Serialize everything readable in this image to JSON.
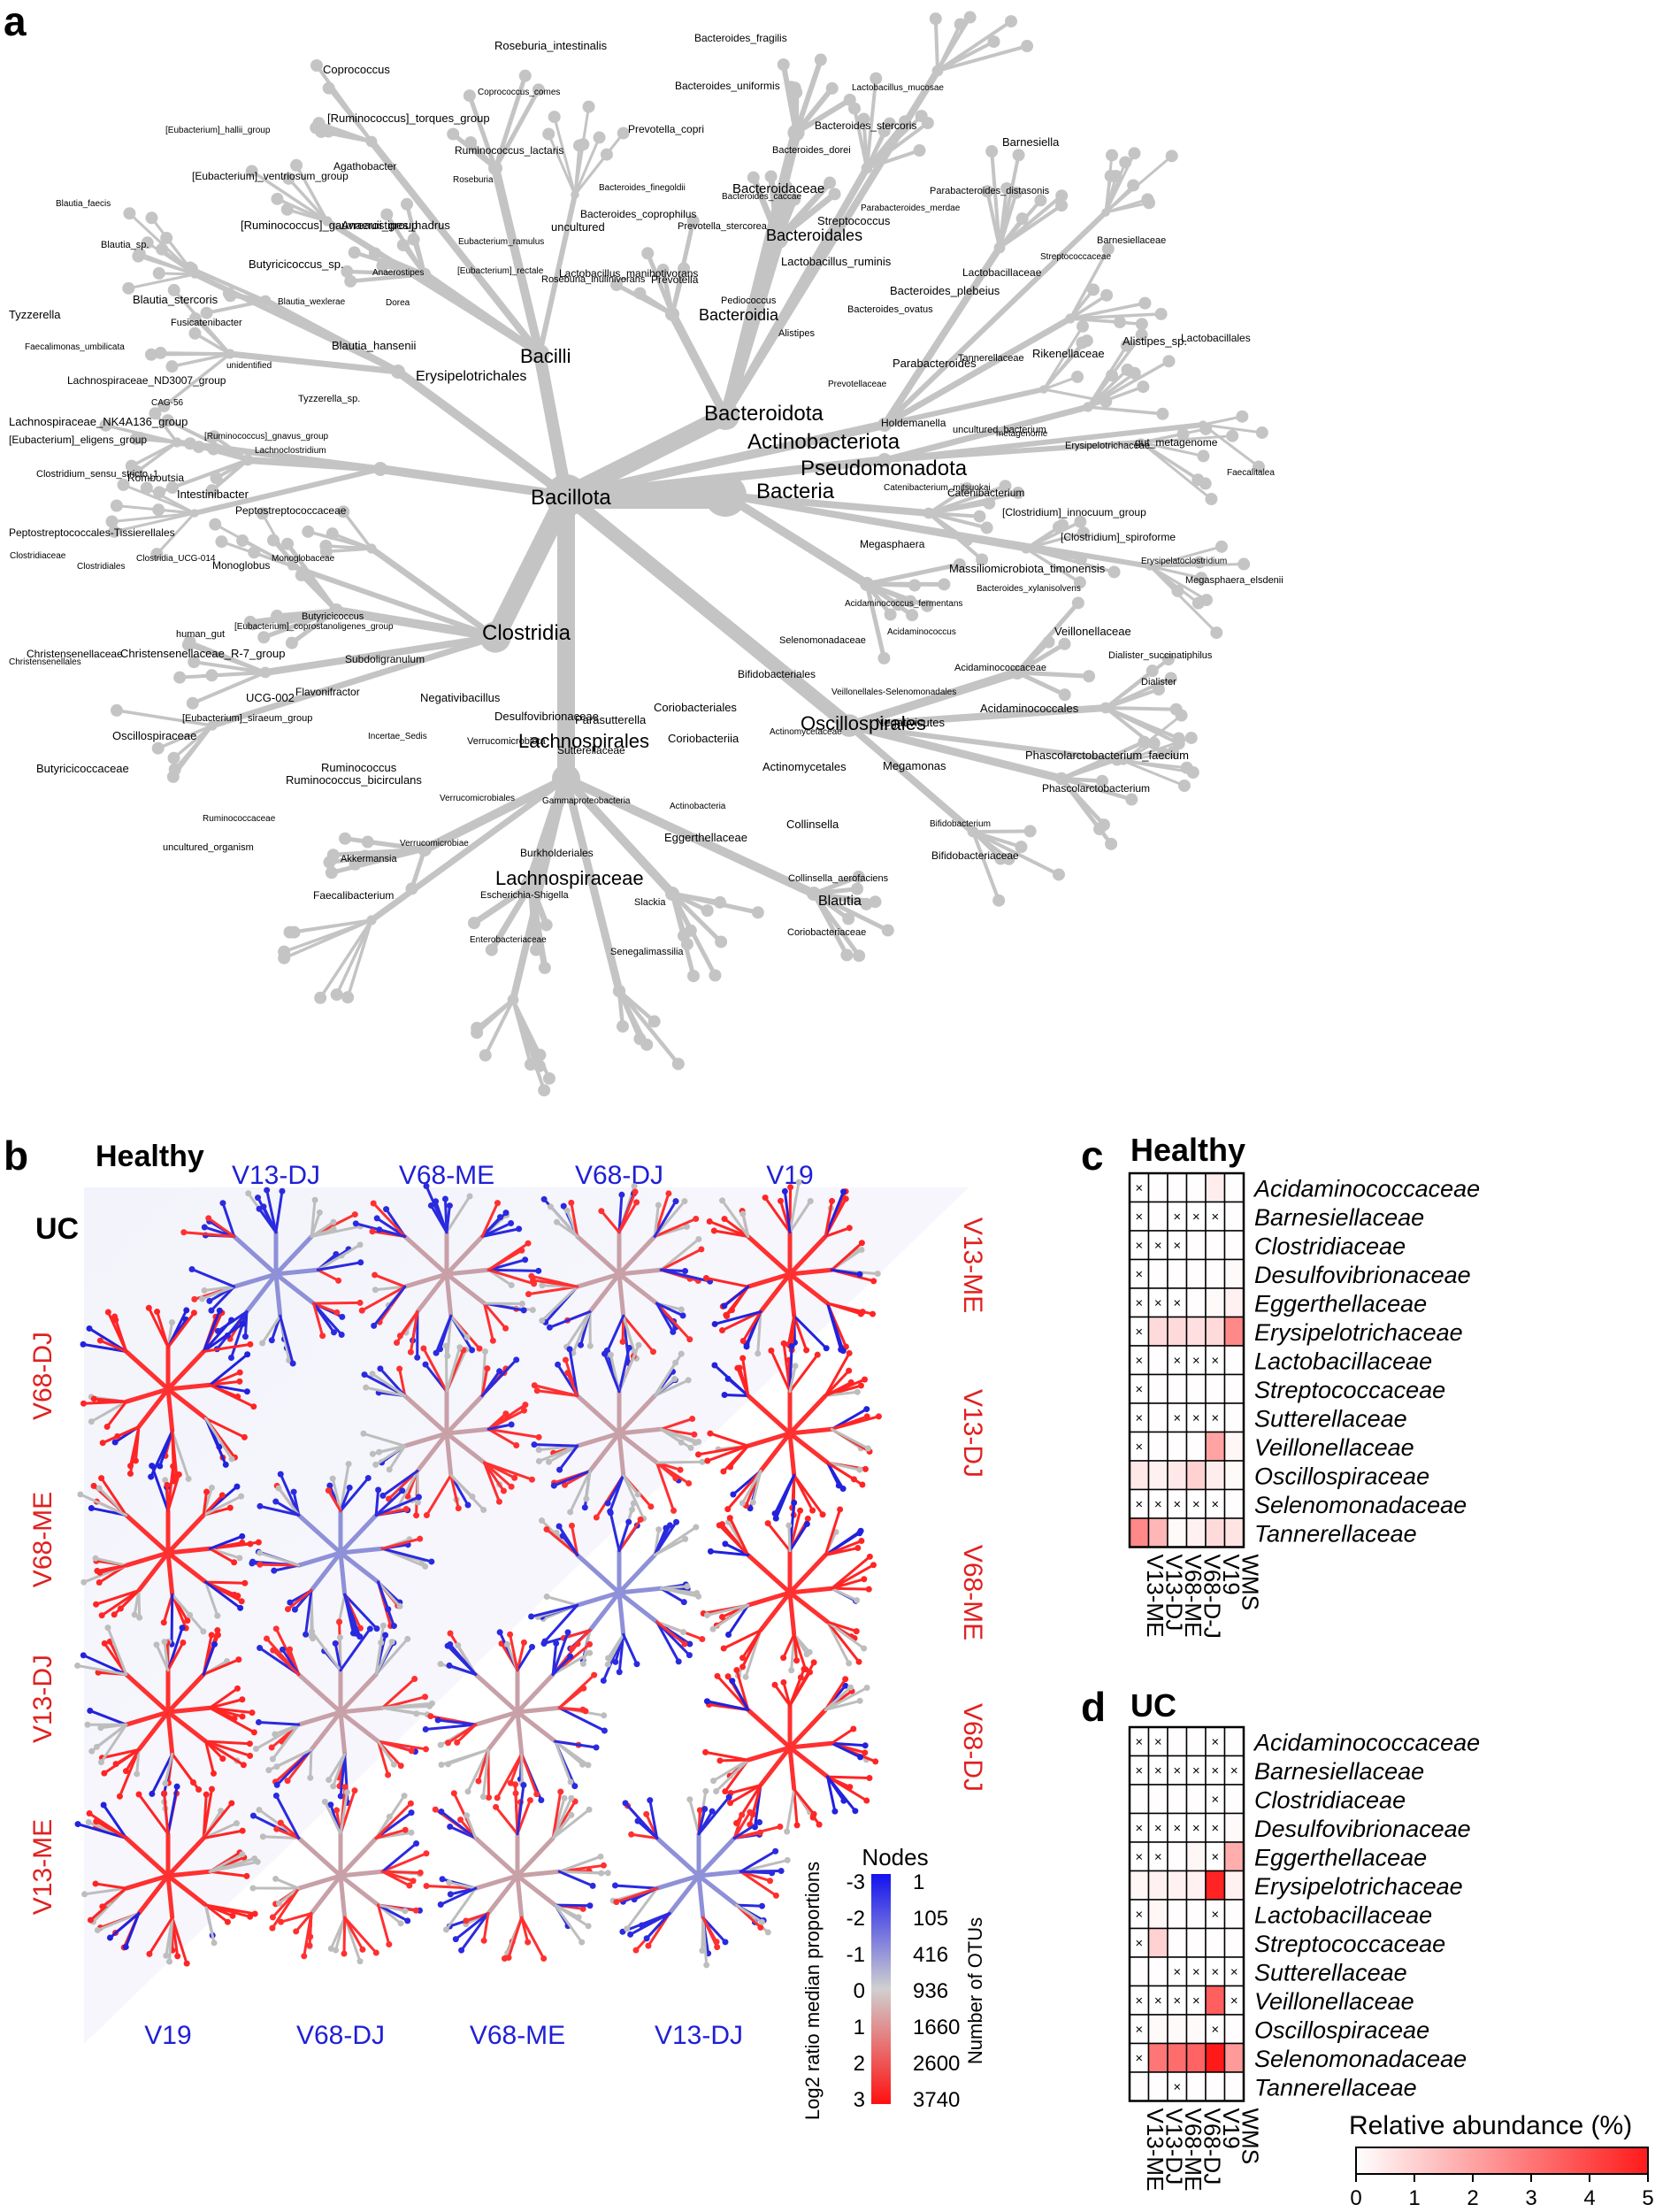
{
  "panels": {
    "a": "a",
    "b": "b",
    "c": "c",
    "d": "d"
  },
  "tree": {
    "major_labels": [
      "Bacillota",
      "Bacteria",
      "Clostridia",
      "Bacilli",
      "Bacteroidota",
      "Actinobacteriota",
      "Pseudomonadota",
      "Lachnospirales",
      "Oscillospirales",
      "Lachnospiraceae",
      "Bacteroidales",
      "Bacteroidaceae",
      "Bacteroidia",
      "Erysipelotrichales",
      "Blautia"
    ],
    "leaf_labels": [
      "Lactobacillus_manihotivorans",
      "Bacteroides_coprophilus",
      "Bacteroides_finegoldii",
      "Prevotella_copri",
      "Bacteroides_uniformis",
      "Bacteroides_fragilis",
      "Prevotella",
      "Prevotella_stercorea",
      "Bacteroides_caccae",
      "Bacteroides_dorei",
      "Bacteroides_stercoris",
      "Lactobacillus_mucosae",
      "Pediococcus",
      "Lactobacillus_ruminis",
      "Streptococcus",
      "Parabacteroides_merdae",
      "Parabacteroides_distasonis",
      "Barnesiella",
      "Alistipes",
      "Bacteroides_ovatus",
      "Bacteroides_plebeius",
      "Lactobacillaceae",
      "Streptococcaceae",
      "Barnesiellaceae",
      "Prevotellaceae",
      "Parabacteroides",
      "Tannerellaceae",
      "Rikenellaceae",
      "Alistipes_sp.",
      "Lactobacillales",
      "Holdemanella",
      "uncultured_bacterium",
      "metagenome",
      "Erysipelotrichaceae",
      "gut_metagenome",
      "Faecalitalea",
      "Catenibacterium_mitsuokai",
      "Catenibacterium",
      "[Clostridium]_innocuum_group",
      "[Clostridium]_spiroforme",
      "Erysipelatoclostridium",
      "Megasphaera_elsdenii",
      "Megasphaera",
      "Massiliomicrobiota_timonensis",
      "Bacteroides_xylanisolvens",
      "Veillonellaceae",
      "Dialister_succinatiphilus",
      "Dialister",
      "Acidaminococcus_fermentans",
      "Acidaminococcus",
      "Acidaminococcaceae",
      "Acidaminococcales",
      "Phascolarctobacterium_faecium",
      "Phascolarctobacterium",
      "Selenomonadaceae",
      "Veillonellales-Selenomonadales",
      "Negativicutes",
      "Megamonas",
      "Bifidobacterium",
      "Bifidobacteriaceae",
      "Bifidobacteriales",
      "Actinomycetaceae",
      "Actinomycetales",
      "Collinsella",
      "Collinsella_aerofaciens",
      "Coriobacteriaceae",
      "Coriobacteriales",
      "Coriobacteriia",
      "Actinobacteria",
      "Eggerthellaceae",
      "Slackia",
      "Senegalimassilia",
      "Parasutterella",
      "Sutterellaceae",
      "Gammaproteobacteria",
      "Burkholderiales",
      "Escherichia-Shigella",
      "Enterobacteriaceae",
      "Desulfovibrionaceae",
      "Verrucomicrobiota",
      "Verrucomicrobiales",
      "Verrucomicrobiae",
      "Akkermansia",
      "Faecalibacterium",
      "Negativibacillus",
      "Incertae_Sedis",
      "Ruminococcus",
      "Ruminococcus_bicirculans",
      "Ruminococcaceae",
      "uncultured_organism",
      "Subdoligranulum",
      "Flavonifractor",
      "UCG-002",
      "[Eubacterium]_siraeum_group",
      "Oscillospiraceae",
      "Butyricicoccaceae",
      "Butyricicoccus",
      "[Eubacterium]_coprostanoligenes_group",
      "human_gut",
      "Christensenellaceae_R-7_group",
      "Christensenellaceae",
      "Christensenellales",
      "Monoglobaceae",
      "Monoglobus",
      "Clostridia_UCG-014",
      "Clostridiales",
      "Clostridiaceae",
      "Peptostreptococcales-Tissierellales",
      "Peptostreptococcaceae",
      "Intestinibacter",
      "Romboutsia",
      "Clostridium_sensu_stricto_1",
      "[Eubacterium]_eligens_group",
      "Lachnospiraceae_NK4A136_group",
      "Lachnoclostridium",
      "[Ruminococcus]_gnavus_group",
      "CAG-56",
      "Lachnospiraceae_ND3007_group",
      "Faecalimonas_umbilicata",
      "Tyzzerella",
      "Tyzzerella_sp.",
      "unidentified",
      "Fusicatenibacter",
      "Blautia_stercoris",
      "Blautia_sp.",
      "Blautia_faecis",
      "Blautia_hansenii",
      "Blautia_wexlerae",
      "Butyricicoccus_sp.",
      "[Ruminococcus]_gauvreauii_group",
      "[Eubacterium]_ventriosum_group",
      "[Eubacterium]_hallii_group",
      "Dorea",
      "Anaerostipes",
      "Anaerostipes_hadrus",
      "Agathobacter",
      "[Ruminococcus]_torques_group",
      "Coprococcus",
      "[Eubacterium]_rectale",
      "Eubacterium_ramulus",
      "Roseburia",
      "Ruminococcus_lactaris",
      "Coprococcus_comes",
      "Roseburia_intestinalis",
      "Roseburia_inulinivorans",
      "uncultured"
    ]
  },
  "panel_b": {
    "healthy_label": "Healthy",
    "uc_label": "UC",
    "top_columns": [
      "V13-DJ",
      "V68-ME",
      "V68-DJ",
      "V19"
    ],
    "right_rows": [
      "V13-ME",
      "V13-DJ",
      "V68-ME",
      "V68-DJ"
    ],
    "left_rows": [
      "V68-DJ",
      "V68-ME",
      "V13-DJ",
      "V13-ME"
    ],
    "bottom_columns": [
      "V19",
      "V68-DJ",
      "V68-ME",
      "V13-DJ"
    ],
    "legend": {
      "color_title": "Log2 ratio median proportions",
      "color_ticks": [
        "-3",
        "-2",
        "-1",
        "0",
        "1",
        "2",
        "3"
      ],
      "nodes_title": "Nodes",
      "size_title": "Number of OTUs",
      "size_ticks": [
        "1",
        "105",
        "416",
        "936",
        "1660",
        "2600",
        "3740"
      ]
    }
  },
  "heatmap_c": {
    "title": "Healthy",
    "families": [
      "Acidaminococcaceae",
      "Barnesiellaceae",
      "Clostridiaceae",
      "Desulfovibrionaceae",
      "Eggerthellaceae",
      "Erysipelotrichaceae",
      "Lactobacillaceae",
      "Streptococcaceae",
      "Sutterellaceae",
      "Veillonellaceae",
      "Oscillospiraceae",
      "Selenomonadaceae",
      "Tannerellaceae"
    ],
    "columns": [
      "V13-ME",
      "V13-DJ",
      "V68-ME",
      "V68-D-J",
      "V19",
      "WMS"
    ],
    "values": [
      [
        "x",
        0.05,
        0.05,
        0.05,
        0.4,
        0.05
      ],
      [
        "x",
        0.05,
        "x",
        "x",
        "x",
        0.05
      ],
      [
        "x",
        "x",
        "x",
        0.05,
        0.05,
        0.05
      ],
      [
        "x",
        0.05,
        0.05,
        0.05,
        0.05,
        0.1
      ],
      [
        "x",
        "x",
        "x",
        0.05,
        0.1,
        0.3
      ],
      [
        "x",
        0.8,
        0.8,
        0.7,
        0.8,
        2.6
      ],
      [
        "x",
        0.05,
        "x",
        "x",
        "x",
        0.05
      ],
      [
        "x",
        0.05,
        0.05,
        0.05,
        0.05,
        0.05
      ],
      [
        "x",
        0.05,
        "x",
        "x",
        "x",
        0.05
      ],
      [
        "x",
        0.05,
        0.05,
        0.05,
        2.0,
        0.2
      ],
      [
        0.5,
        0.3,
        0.5,
        1.0,
        0.4,
        0.1
      ],
      [
        "x",
        "x",
        "x",
        "x",
        "x",
        0.05
      ],
      [
        2.6,
        1.6,
        0.1,
        0.3,
        0.8,
        0.6
      ]
    ]
  },
  "heatmap_d": {
    "title": "UC",
    "families": [
      "Acidaminococcaceae",
      "Barnesiellaceae",
      "Clostridiaceae",
      "Desulfovibrionaceae",
      "Eggerthellaceae",
      "Erysipelotrichaceae",
      "Lactobacillaceae",
      "Streptococcaceae",
      "Sutterellaceae",
      "Veillonellaceae",
      "Oscillospiraceae",
      "Selenomonadaceae",
      "Tannerellaceae"
    ],
    "columns": [
      "V13-ME",
      "V13-DJ",
      "V68-ME",
      "V68-DJ",
      "V19",
      "WMS"
    ],
    "values": [
      [
        "x",
        "x",
        0.05,
        0.05,
        "x",
        0.05
      ],
      [
        "x",
        "x",
        "x",
        "x",
        "x",
        "x"
      ],
      [
        0.05,
        0.05,
        0.05,
        0.05,
        "x",
        0.05
      ],
      [
        "x",
        "x",
        "x",
        "x",
        "x",
        0.1
      ],
      [
        "x",
        "x",
        0.05,
        0.2,
        "x",
        1.8
      ],
      [
        0.2,
        0.3,
        0.3,
        0.3,
        4.8,
        0.3
      ],
      [
        "x",
        0.2,
        0.05,
        0.05,
        "x",
        0.05
      ],
      [
        "x",
        1.0,
        0.05,
        0.05,
        0.05,
        0.05
      ],
      [
        0.05,
        0.05,
        "x",
        "x",
        "x",
        "x"
      ],
      [
        "x",
        "x",
        "x",
        "x",
        3.5,
        "x"
      ],
      [
        "x",
        0.1,
        0.1,
        0.1,
        "x",
        0.05
      ],
      [
        "x",
        3.0,
        3.2,
        3.4,
        5.0,
        2.2
      ],
      [
        0.05,
        0.05,
        "x",
        0.05,
        0.05,
        0.05
      ]
    ]
  },
  "abundance_legend": {
    "title": "Relative abundance (%)",
    "ticks": [
      "0",
      "1",
      "2",
      "3",
      "4",
      "5"
    ],
    "low_color": "#ffffff",
    "high_color": "#ff1a1a"
  },
  "colors": {
    "up": "#ff2020",
    "down": "#2323e0",
    "neutral": "#bcbcbc",
    "tree": "#c4c4c4",
    "label_blue": "#1f1fd6",
    "label_red": "#e02020"
  }
}
